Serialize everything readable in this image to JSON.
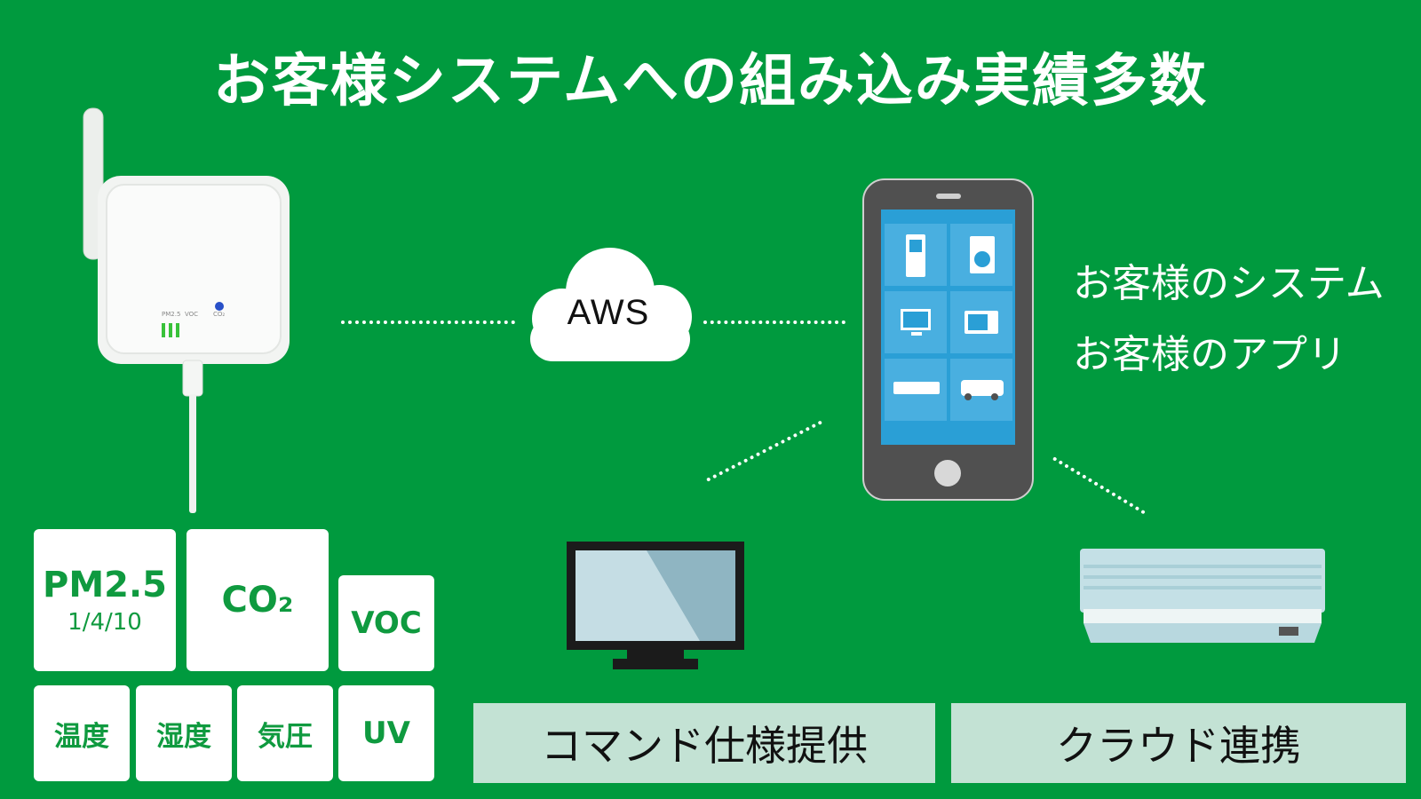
{
  "title": "お客様システムへの組み込み実績多数",
  "cloud_label": "AWS",
  "side_text": {
    "line1": "お客様のシステム",
    "line2": "お客様のアプリ"
  },
  "device_labels": {
    "pm": "PM2.5",
    "voc": "VOC",
    "co2": "CO₂"
  },
  "tiles": {
    "pm25": {
      "main": "PM2.5",
      "sub": "1/4/10"
    },
    "co2": {
      "main": "CO₂"
    },
    "voc": {
      "main": "VOC"
    },
    "temp": {
      "main": "温度"
    },
    "humidity": {
      "main": "湿度"
    },
    "pressure": {
      "main": "気圧"
    },
    "uv": {
      "main": "UV"
    }
  },
  "captions": {
    "command": "コマンド仕様提供",
    "cloud": "クラウド連携"
  },
  "colors": {
    "background": "#009a3e",
    "tile_text": "#0f9a3f",
    "caption_bg": "#c3e2d4",
    "screen": "#2a9fd6"
  }
}
